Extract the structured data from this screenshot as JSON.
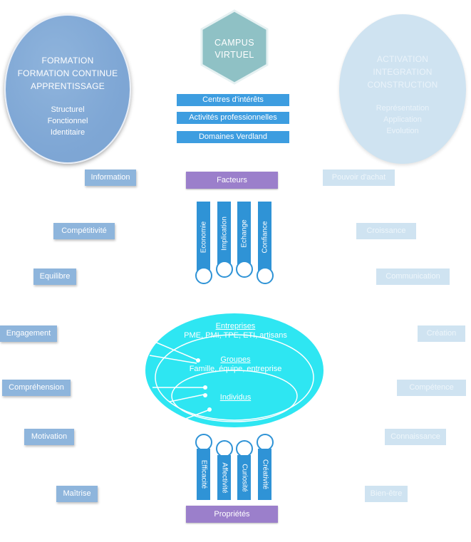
{
  "left_circle": {
    "title_lines": [
      "FORMATION",
      "FORMATION CONTINUE",
      "APPRENTISSAGE"
    ],
    "sub_lines": [
      "Structurel",
      "Fonctionnel",
      "Identitaire"
    ]
  },
  "right_circle": {
    "title_lines": [
      "ACTIVATION",
      "INTEGRATION",
      "CONSTRUCTION"
    ],
    "sub_lines": [
      "Représentation",
      "Application",
      "Evolution"
    ]
  },
  "hexagon": {
    "lines": [
      "CAMPUS",
      "VIRTUEL"
    ]
  },
  "top_bars": [
    "Centres d'intérêts",
    "Activités professionnelles",
    "Domaines Verdland"
  ],
  "facteurs": {
    "label": "Facteurs",
    "items": [
      "Economie",
      "Implication",
      "Echange",
      "Confiance"
    ]
  },
  "proprietes": {
    "label": "Propriétés",
    "items": [
      "Efficacité",
      "Affectivité",
      "Curiosité",
      "Créativité"
    ]
  },
  "ellipse": {
    "entreprises": "Entreprises",
    "entreprises_detail": "PME, PMI, TPE, ETI, artisans",
    "groupes": "Groupes",
    "groupes_detail": "Famille, équipe, entreprise",
    "individus": "Individus"
  },
  "left_labels": [
    "Information",
    "Compétitivité",
    "Equilibre",
    "Engagement",
    "Compréhension",
    "Motivation",
    "Maîtrise"
  ],
  "right_labels": [
    "Pouvoir d'achat",
    "Croissance",
    "Communication",
    "Création",
    "Compétence",
    "Connaissance",
    "Bien-être"
  ],
  "colors": {
    "blue": "#3d9de0",
    "purple": "#9b7fcb",
    "hexagon": "#8fc1c5",
    "cyan": "#2ee6f2",
    "left_circle": "#7fa7d5",
    "right_circle": "#cfe3f1"
  }
}
